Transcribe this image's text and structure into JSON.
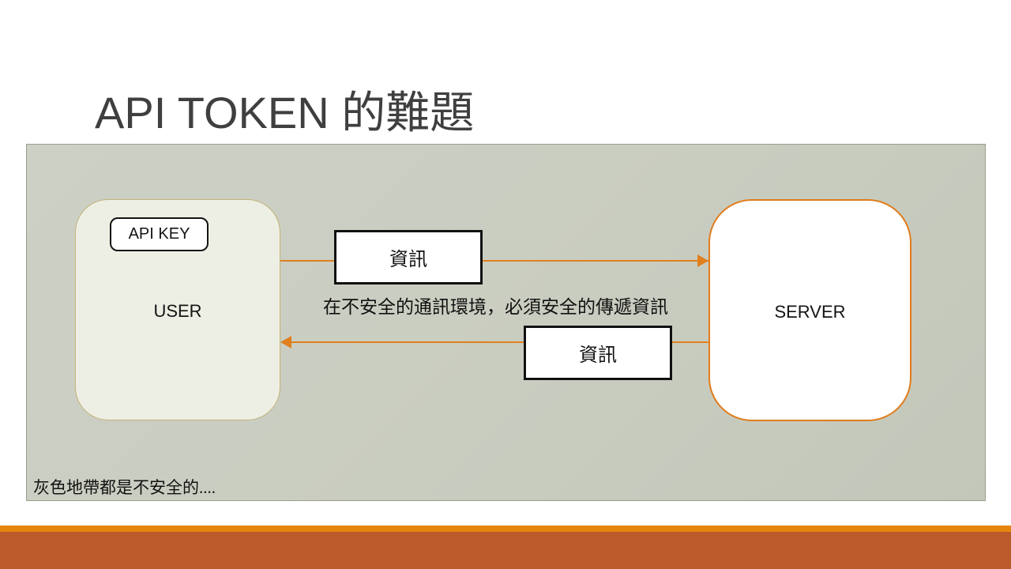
{
  "slide": {
    "title": "API TOKEN 的難題",
    "caption": "在不安全的通訊環境，必須安全的傳遞資訊",
    "footnote": "灰色地帶都是不安全的...."
  },
  "diagram": {
    "user": {
      "label": "USER"
    },
    "api_key": {
      "label": "API KEY"
    },
    "server": {
      "label": "SERVER"
    },
    "info_top": {
      "label": "資訊"
    },
    "info_bottom": {
      "label": "資訊"
    }
  },
  "colors": {
    "title_color": "#3f3f40",
    "panel_bg": "#c9cdc0",
    "panel_border": "#99a08c",
    "user_fill": "#edefe4",
    "user_border": "#c2b377",
    "server_border": "#e07c1c",
    "arrow": "#e0801e",
    "amber_bar": "#e6850e",
    "rust_bar": "#bc5a2b"
  }
}
